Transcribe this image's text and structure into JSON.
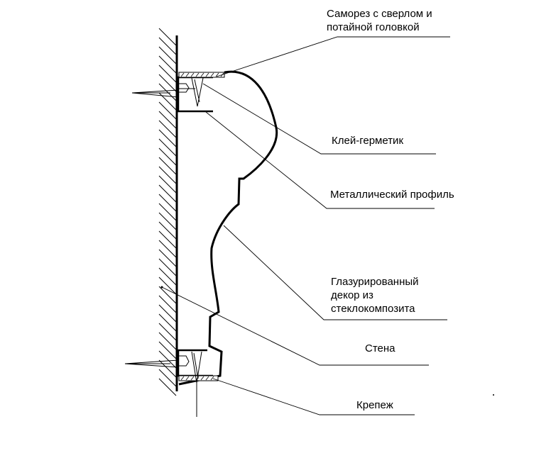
{
  "labels": {
    "screw": {
      "line1": "Саморез с сверлом и",
      "line2": "потайной головкой"
    },
    "sealant": "Клей-герметик",
    "profile": "Металлический профиль",
    "decor": {
      "line1": "Глазурированный",
      "line2": "декор из",
      "line3": "стеклокомпозита"
    },
    "wall": "Стена",
    "fastener": "Крепеж"
  },
  "colors": {
    "ink": "#000000",
    "background": "#ffffff"
  }
}
